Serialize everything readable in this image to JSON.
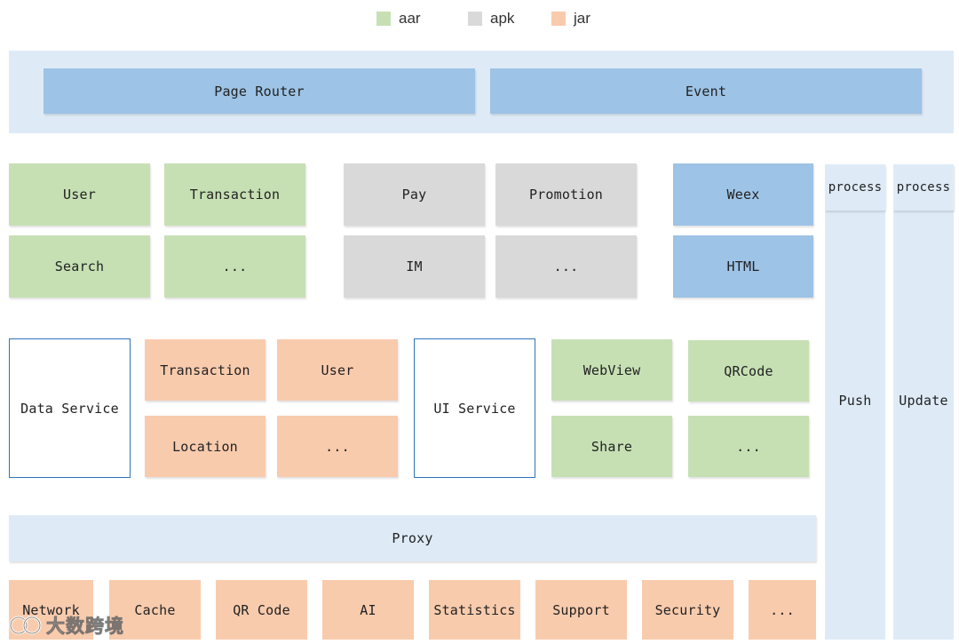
{
  "legend": [
    {
      "label": "aar",
      "color": "#c6e0b4"
    },
    {
      "label": "apk",
      "color": "#d9d9d9"
    },
    {
      "label": "jar",
      "color": "#f8cbad"
    }
  ],
  "top_bar": {
    "page_router": "Page Router",
    "event": "Event"
  },
  "modules": {
    "user": "User",
    "transaction": "Transaction",
    "pay": "Pay",
    "promotion": "Promotion",
    "weex": "Weex",
    "search": "Search",
    "aar_more": "...",
    "im": "IM",
    "apk_more": "...",
    "html": "HTML"
  },
  "side": {
    "process_1": "process",
    "process_2": "process",
    "push": "Push",
    "update": "Update"
  },
  "services": {
    "data_service": "Data Service",
    "transaction": "Transaction",
    "user": "User",
    "location": "Location",
    "jar_more": "...",
    "ui_service": "UI Service",
    "webview": "WebView",
    "qrcode": "QRCode",
    "share": "Share",
    "aar_more": "..."
  },
  "proxy": "Proxy",
  "base": {
    "network": "Network",
    "cache": "Cache",
    "qr_code": "QR Code",
    "ai": "AI",
    "statistics": "Statistics",
    "support": "Support",
    "security": "Security",
    "more": "..."
  },
  "watermark": "大数跨境"
}
